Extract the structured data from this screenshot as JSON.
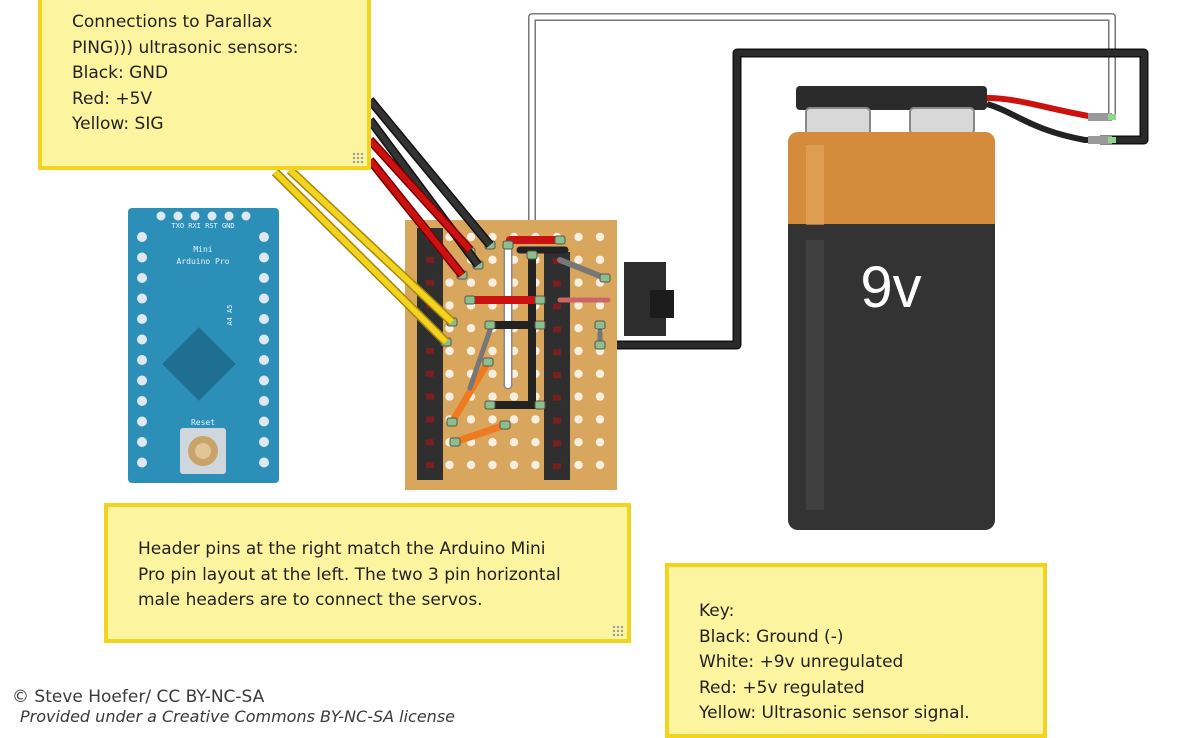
{
  "notes": {
    "ping": {
      "lines": [
        "Connections to Parallax",
        "PING))) ultrasonic sensors:",
        "Black: GND",
        "Red: +5V",
        "Yellow: SIG"
      ]
    },
    "header": {
      "lines": [
        "Header pins at the right match the Arduino Mini",
        "Pro pin layout at the left. The two 3 pin horizontal",
        "male headers are to connect the servos."
      ]
    },
    "key": {
      "lines": [
        "Key:",
        "Black: Ground (-)",
        "White: +9v unregulated",
        "Red: +5v regulated",
        "Yellow: Ultrasonic sensor signal."
      ]
    }
  },
  "arduino": {
    "top_pins": "TXO RXI RST GND",
    "name_line1": "Mini",
    "name_line2": "Arduino Pro",
    "reset_label": "Reset",
    "mid_labels": "A4 A5"
  },
  "battery": {
    "label": "9v"
  },
  "footer": {
    "credit": "© Steve Hoefer/ CC BY-NC-SA",
    "license": "Provided under a Creative Commons BY-NC-SA license"
  },
  "colors": {
    "note_bg": "#fdf4a0",
    "note_border": "#f2d31f",
    "board_teal": "#2c8fb8",
    "stripboard": "#d8a45c",
    "battery_copper": "#d08a3c",
    "battery_black": "#333333",
    "wire_black": "#222222",
    "wire_red": "#cc1111",
    "wire_yellow": "#f2d31f",
    "wire_white": "#ffffff",
    "wire_orange": "#ee7a22"
  }
}
